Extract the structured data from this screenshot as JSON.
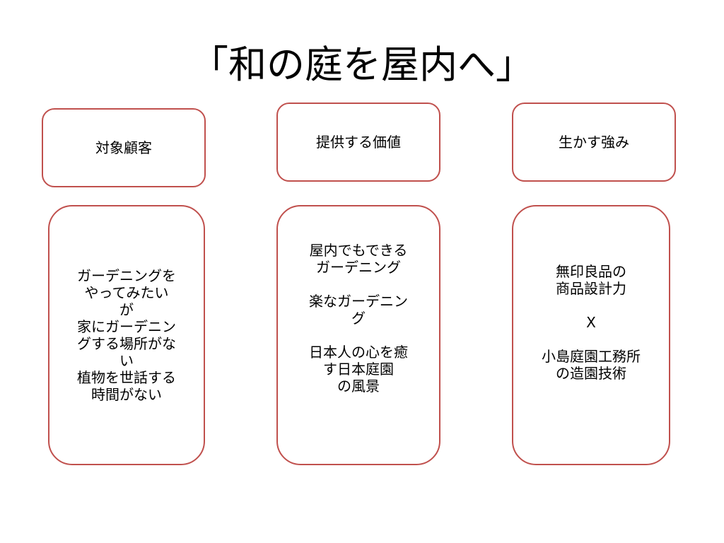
{
  "title": "「和の庭を屋内へ」",
  "headers": [
    "対象顧客",
    "提供する価値",
    "生かす強み"
  ],
  "col1": [
    "ガーデニングを",
    "やってみたい",
    "が",
    "家にガーデニン",
    "グする場所がな",
    "い",
    "植物を世話する",
    "時間がない"
  ],
  "col2": {
    "a": [
      "屋内でもできる",
      "ガーデニング"
    ],
    "b": [
      "楽なガーデニン",
      "グ"
    ],
    "c": [
      "日本人の心を癒",
      "す日本庭園",
      "の風景"
    ]
  },
  "col3": {
    "a": [
      "無印良品の",
      "商品設計力"
    ],
    "x": "X",
    "b": [
      "小島庭園工務所",
      "の造園技術"
    ]
  },
  "colors": {
    "border": "#c0504d",
    "text": "#000000",
    "background": "#ffffff"
  }
}
